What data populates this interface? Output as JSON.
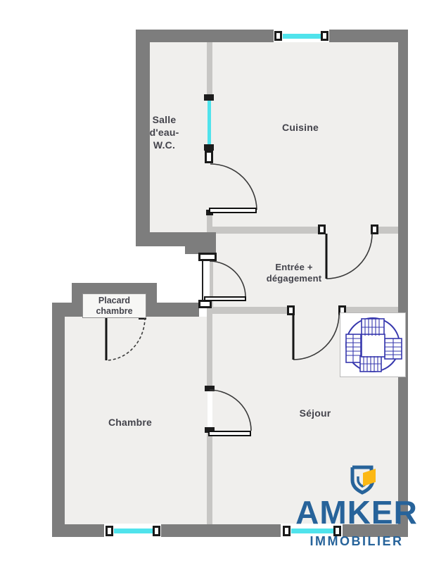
{
  "plan": {
    "rooms": {
      "bathroom": {
        "line1": "Salle",
        "line2": "d'eau-",
        "line3": "W.C."
      },
      "kitchen": {
        "label": "Cuisine"
      },
      "hallway": {
        "line1": "Entrée +",
        "line2": "dégagement"
      },
      "closet": {
        "line1": "Placard",
        "line2": "chambre"
      },
      "bedroom": {
        "label": "Chambre"
      },
      "living_room": {
        "label": "Séjour"
      }
    },
    "icons": {
      "stairs": "spiral-staircase-icon",
      "windows": "glazed-window",
      "doors": "door-swing-arc"
    }
  },
  "branding": {
    "name": "AMKER",
    "tagline": "IMMOBILIER",
    "logo_icon": "shield-flag-icon"
  },
  "colors": {
    "outer_wall": "#7d7d7d",
    "inner_wall": "#c7c6c4",
    "floor": "#f0efed",
    "window_glass": "#50e3ec",
    "stairs_blue": "#3637ad",
    "brand_blue": "#27639a",
    "brand_yellow": "#fcb815",
    "label_text": "#43434b"
  }
}
